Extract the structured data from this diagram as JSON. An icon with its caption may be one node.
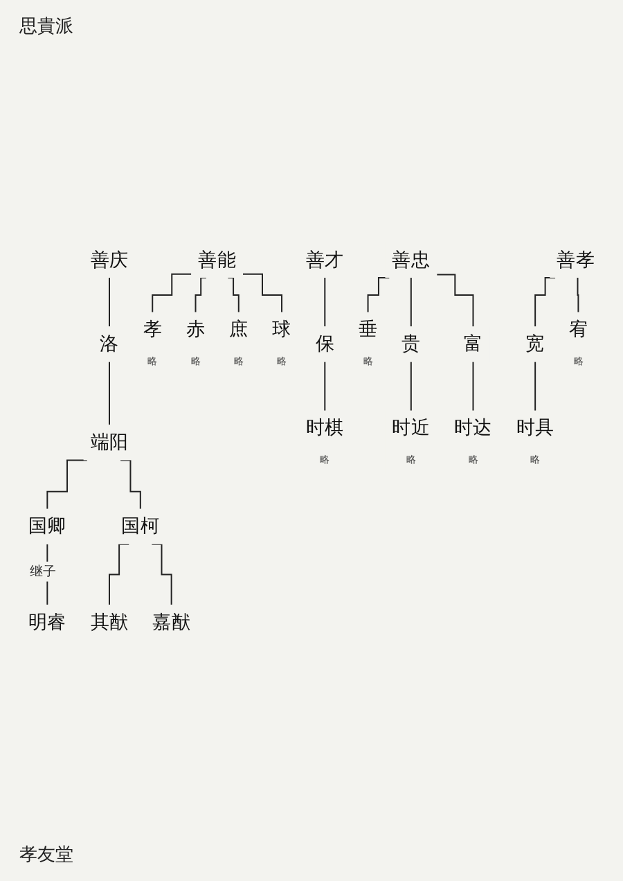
{
  "diagram": {
    "nodes": [
      {
        "text": [
          "善孝"
        ]
      },
      {
        "text": [
          "善忠"
        ]
      },
      {
        "text": [
          "善才"
        ]
      },
      {
        "text": [
          "善能"
        ]
      },
      {
        "text": [
          "善庆"
        ]
      },
      {
        "text": [
          "宥",
          "略"
        ]
      },
      {
        "text": [
          "宽"
        ]
      },
      {
        "text": [
          "富"
        ]
      },
      {
        "text": [
          "贵"
        ]
      },
      {
        "text": [
          "垂",
          "略"
        ]
      },
      {
        "text": [
          "保"
        ]
      },
      {
        "text": [
          "球",
          "略"
        ]
      },
      {
        "text": [
          "庶",
          "略"
        ]
      },
      {
        "text": [
          "赤",
          "略"
        ]
      },
      {
        "text": [
          "孝",
          "略"
        ]
      },
      {
        "text": [
          "洛"
        ]
      },
      {
        "text": [
          "时具",
          "略"
        ]
      },
      {
        "text": [
          "时达",
          "略"
        ]
      },
      {
        "text": [
          "时近",
          "略"
        ]
      },
      {
        "text": [
          "时棋",
          "略"
        ]
      },
      {
        "text": [
          "端阳"
        ]
      },
      {
        "text": [
          "国卿"
        ]
      },
      {
        "text": [
          "国柯"
        ]
      },
      {
        "text": [
          "明睿"
        ]
      },
      {
        "text": [
          "其猷"
        ]
      },
      {
        "text": [
          "嘉猷"
        ]
      }
    ],
    "edges": [
      {
        "from": 0,
        "to": 5,
        "arrow": "none"
      },
      {
        "from": 0,
        "to": 6,
        "arrow": "none"
      },
      {
        "from": 1,
        "to": 7,
        "arrow": "none"
      },
      {
        "from": 1,
        "to": 8,
        "arrow": "none"
      },
      {
        "from": 1,
        "to": 9,
        "arrow": "none"
      },
      {
        "from": 2,
        "to": 10,
        "arrow": "none"
      },
      {
        "from": 3,
        "to": 11,
        "arrow": "none"
      },
      {
        "from": 3,
        "to": 12,
        "arrow": "none"
      },
      {
        "from": 3,
        "to": 13,
        "arrow": "none"
      },
      {
        "from": 3,
        "to": 14,
        "arrow": "none"
      },
      {
        "from": 4,
        "to": 15,
        "arrow": "none"
      },
      {
        "from": 6,
        "to": 16,
        "arrow": "none"
      },
      {
        "from": 7,
        "to": 17,
        "arrow": "none"
      },
      {
        "from": 8,
        "to": 18,
        "arrow": "none"
      },
      {
        "from": 10,
        "to": 19,
        "arrow": "none"
      },
      {
        "from": 15,
        "to": 20,
        "arrow": "none"
      },
      {
        "from": 20,
        "to": 21,
        "arrow": "none"
      },
      {
        "from": 20,
        "to": 22,
        "arrow": "none"
      },
      {
        "from": 21,
        "to": 23,
        "label": "继子",
        "arrow": "none"
      },
      {
        "from": 22,
        "to": 24,
        "arrow": "none"
      },
      {
        "from": 22,
        "to": 25,
        "arrow": "none"
      }
    ],
    "labels": [
      "思貴派",
      "孝友堂"
    ]
  }
}
